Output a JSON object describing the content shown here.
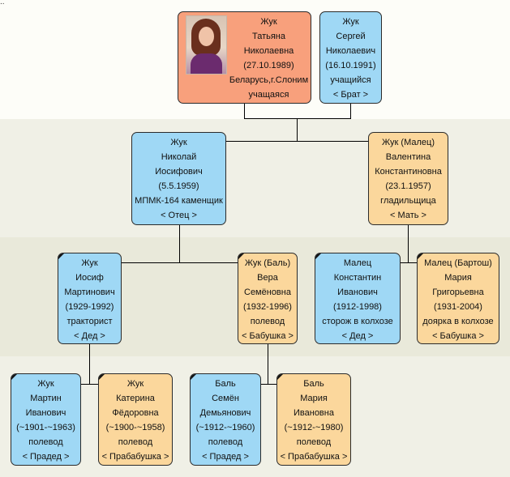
{
  "cards": {
    "self": {
      "lines": [
        "Жук",
        "Татьяна",
        "Николаевна",
        "(27.10.1989)",
        "Беларусь,г.Слоним",
        "учащаяся"
      ],
      "rel": ""
    },
    "brother": {
      "lines": [
        "Жук",
        "Сергей",
        "Николаевич",
        "(16.10.1991)",
        "учащийся"
      ],
      "rel": "< Брат >"
    },
    "father": {
      "lines": [
        "Жук",
        "Николай",
        "Иосифович",
        "(5.5.1959)",
        "МПМК-164 каменщик"
      ],
      "rel": "< Отец >"
    },
    "mother": {
      "lines": [
        "Жук (Малец)",
        "Валентина",
        "Константиновна",
        "(23.1.1957)",
        "гладильщица"
      ],
      "rel": "< Мать >"
    },
    "grandfather_p": {
      "lines": [
        "Жук",
        "Иосиф",
        "Мартинович",
        "(1929-1992)",
        "тракторист"
      ],
      "rel": "< Дед >"
    },
    "grandmother_p": {
      "lines": [
        "Жук (Баль)",
        "Вера",
        "Семёновна",
        "(1932-1996)",
        "полевод"
      ],
      "rel": "< Бабушка >"
    },
    "grandfather_m": {
      "lines": [
        "Малец",
        "Константин",
        "Иванович",
        "(1912-1998)",
        "сторож в колхозе"
      ],
      "rel": "< Дед >"
    },
    "grandmother_m": {
      "lines": [
        "Малец (Бартош)",
        "Мария",
        "Григорьевна",
        "(1931-2004)",
        "доярка в колхозе"
      ],
      "rel": "< Бабушка >"
    },
    "ggf1": {
      "lines": [
        "Жук",
        "Мартин",
        "Иванович",
        "(~1901-~1963)",
        "полевод"
      ],
      "rel": "< Прадед >"
    },
    "ggm1": {
      "lines": [
        "Жук",
        "Катерина",
        "Фёдоровна",
        "(~1900-~1958)",
        "полевод"
      ],
      "rel": "< Прабабушка >"
    },
    "ggf2": {
      "lines": [
        "Баль",
        "Семён",
        "Демьянович",
        "(~1912-~1960)",
        "полевод"
      ],
      "rel": "< Прадед >"
    },
    "ggm2": {
      "lines": [
        "Баль",
        "Мария",
        "Ивановна",
        "(~1912-~1980)",
        "полевод"
      ],
      "rel": "< Прабабушка >"
    }
  },
  "colors": {
    "male": "#9fd8f5",
    "female": "#fbd79c",
    "self": "#f8a07c",
    "band_light": "#f0f0e6",
    "band_dark": "#e6e6d6"
  }
}
